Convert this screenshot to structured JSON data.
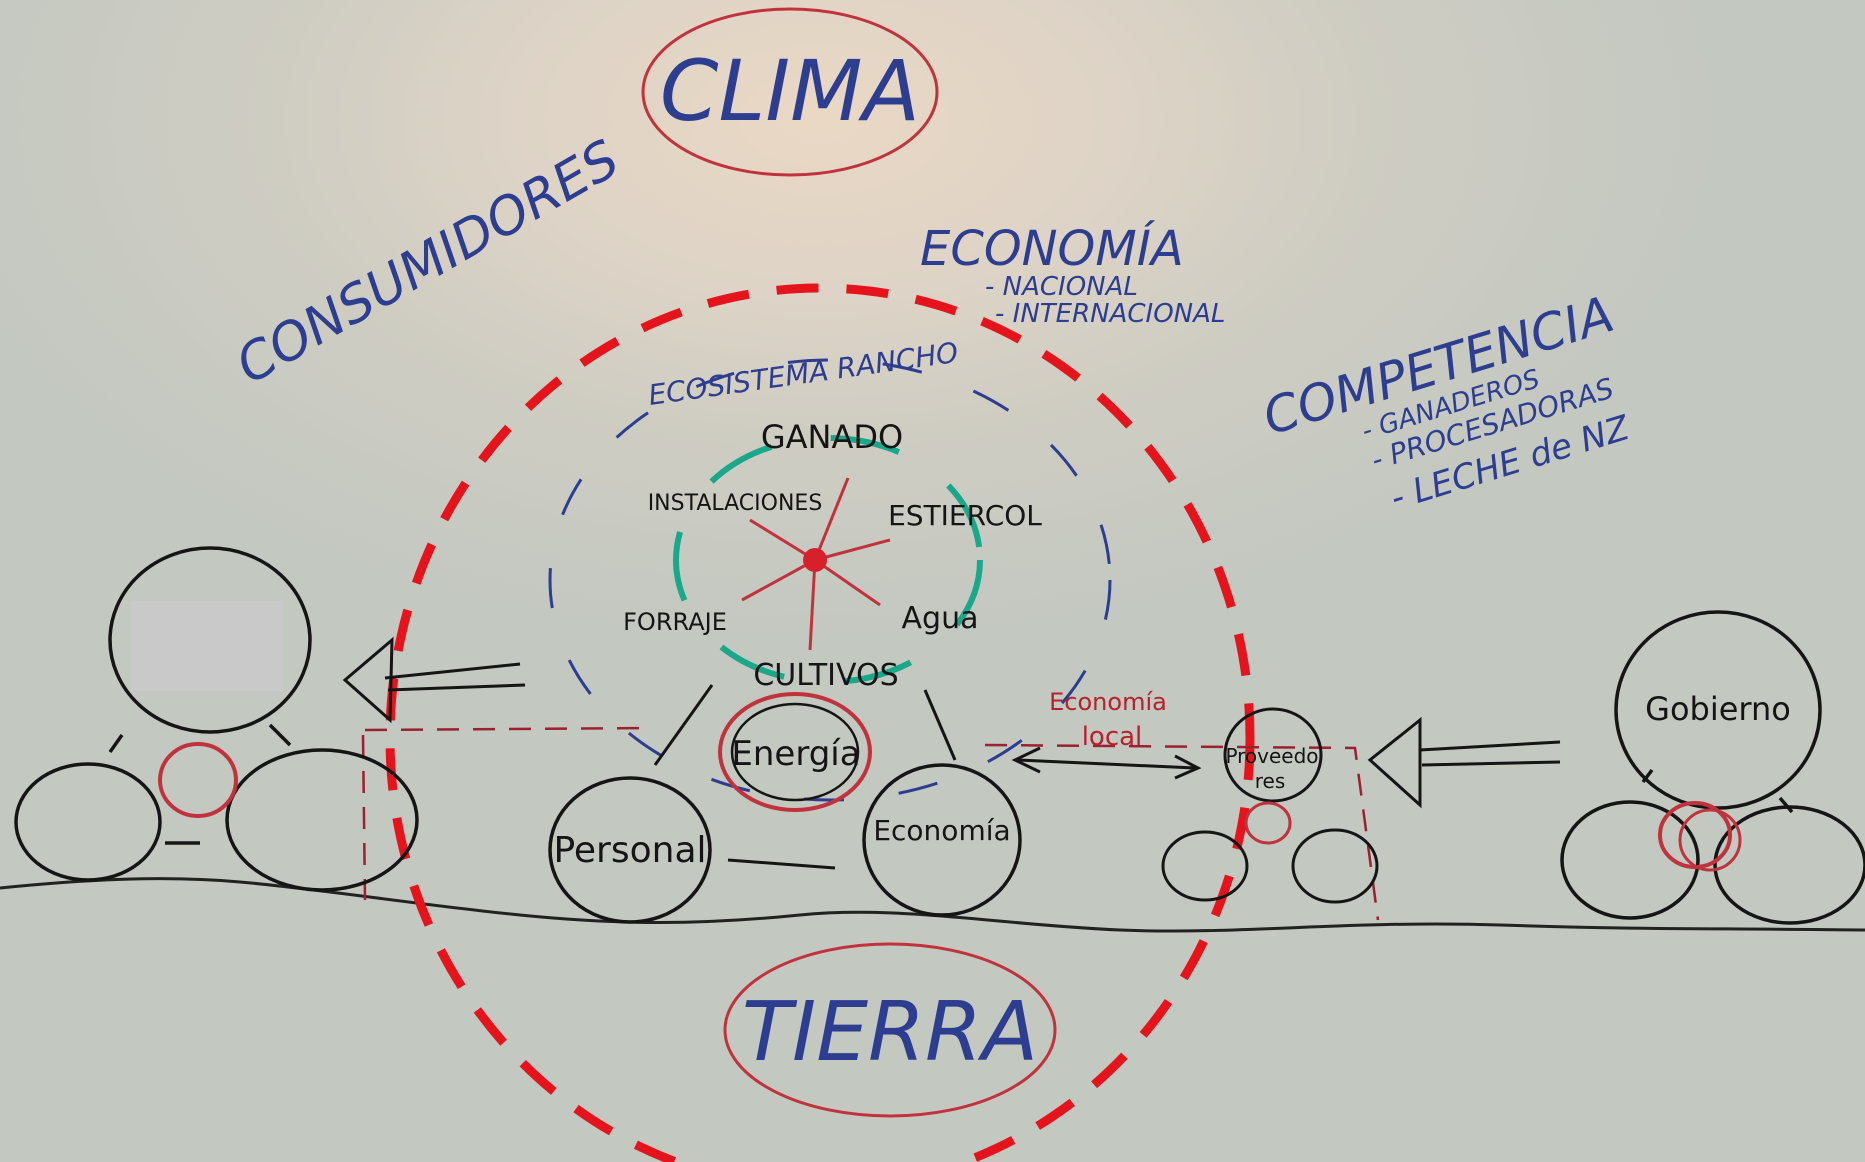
{
  "board": {
    "clima": "CLIMA",
    "tierra": "TIERRA",
    "consumidores": "CONSUMIDORES",
    "economia": {
      "title": "ECONOMÍA",
      "items": [
        "- NACIONAL",
        "- INTERNACIONAL"
      ]
    },
    "competencia": {
      "title": "COMPETENCIA",
      "items": [
        "- GANADEROS",
        "- PROCESADORAS",
        "- LECHE de NZ"
      ]
    },
    "ecosistema": {
      "title": "ECOSISTEMA RANCHO",
      "nodes": {
        "ganado": "GANADO",
        "instalaciones": "INSTALACIONES",
        "estiercol": "ESTIERCOL",
        "forraje": "FORRAJE",
        "agua": "Agua",
        "cultivos": "CULTIVOS"
      }
    },
    "energia": "Energía",
    "personal": "Personal",
    "economia_circle": "Economía",
    "economia_local": [
      "Economía",
      "local"
    ],
    "proveedores": [
      "Proveedo",
      "res"
    ],
    "gobierno": "Gobierno"
  }
}
